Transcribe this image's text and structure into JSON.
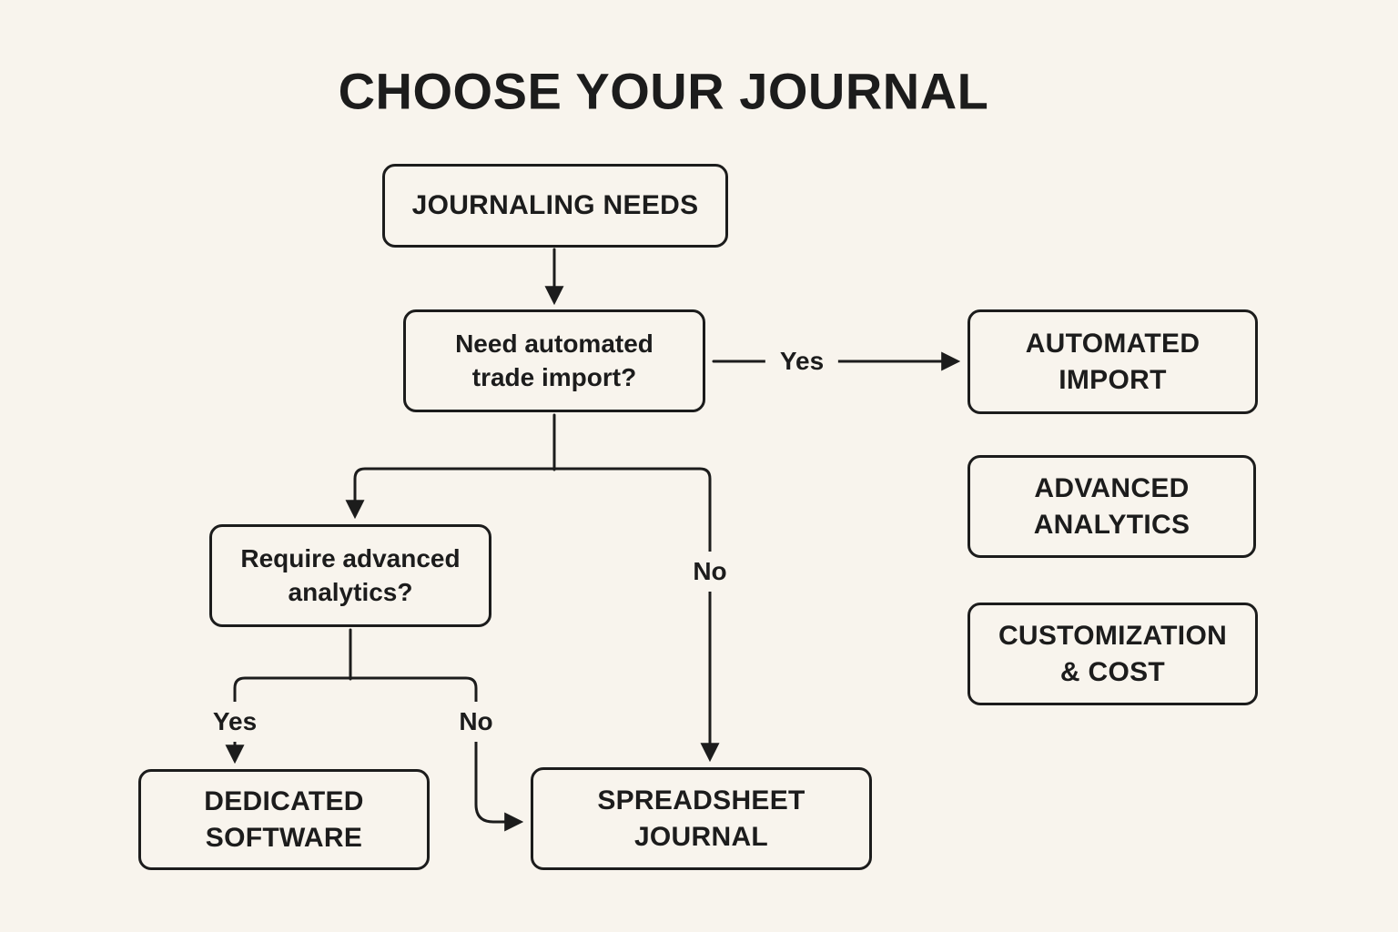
{
  "theme": {
    "bg": "#f8f4ed",
    "ink": "#1c1c1c"
  },
  "title": "CHOOSE YOUR JOURNAL",
  "nodes": {
    "journaling_needs": {
      "label": "JOURNALING NEEDS"
    },
    "need_import": {
      "label": "Need automated\ntrade import?"
    },
    "automated_import": {
      "label": "AUTOMATED\nIMPORT"
    },
    "advanced_analytics": {
      "label": "ADVANCED\nANALYTICS"
    },
    "customization_cost": {
      "label": "CUSTOMIZATION\n& COST"
    },
    "require_analytics": {
      "label": "Require advanced\nanalytics?"
    },
    "dedicated_software": {
      "label": "DEDICATED\nSOFTWARE"
    },
    "spreadsheet_journal": {
      "label": "SPREADSHEET\nJOURNAL"
    }
  },
  "edge_labels": {
    "import_yes": "Yes",
    "import_no": "No",
    "analytics_yes": "Yes",
    "analytics_no": "No"
  }
}
